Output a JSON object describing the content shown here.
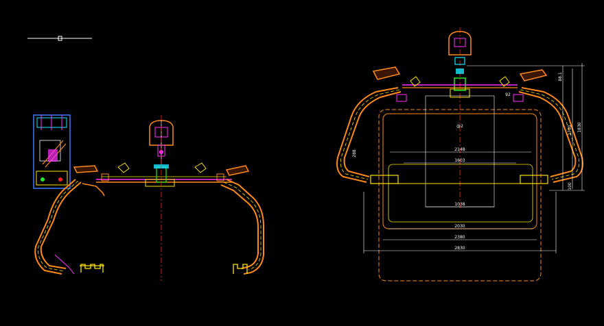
{
  "drawing": {
    "background": "#000000",
    "colors": {
      "frame_orange": "#ff8a1a",
      "rail_yellow": "#ffe600",
      "axis_red": "#ff2020",
      "accent_magenta": "#ff30ff",
      "accent_cyan": "#19e6ff",
      "accent_green": "#22ee22",
      "line_white": "#ffffff",
      "panel_blue": "#3a7bff"
    },
    "dimensions": {
      "top_width": "2148",
      "mid_width": "1603",
      "inner_width": "1038",
      "width_2030": "2030",
      "width_2380": "2380",
      "overall_width": "2830",
      "center_mark": "@2",
      "height_total": "1830",
      "height_1750": "1750",
      "height_top": "88.1",
      "height_bottom": "100",
      "left_offset": "288",
      "small_mark": "92"
    }
  }
}
